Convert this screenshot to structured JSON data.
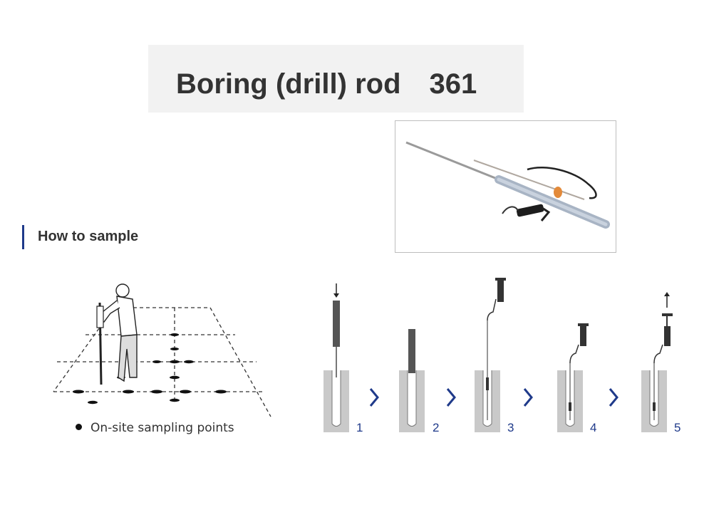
{
  "page": {
    "title": "Boring (drill) rod　361"
  },
  "section": {
    "heading": "How to sample"
  },
  "illustration": {
    "legend_label": "On-site sampling points"
  },
  "steps": [
    {
      "number": "1"
    },
    {
      "number": "2"
    },
    {
      "number": "3"
    },
    {
      "number": "4"
    },
    {
      "number": "5"
    }
  ],
  "colors": {
    "title_bg": "#f2f2f2",
    "accent_bar": "#1f3a8a",
    "step_number": "#1f3a8a",
    "arrow": "#1f3a8a",
    "ground": "#c9c9c9"
  }
}
